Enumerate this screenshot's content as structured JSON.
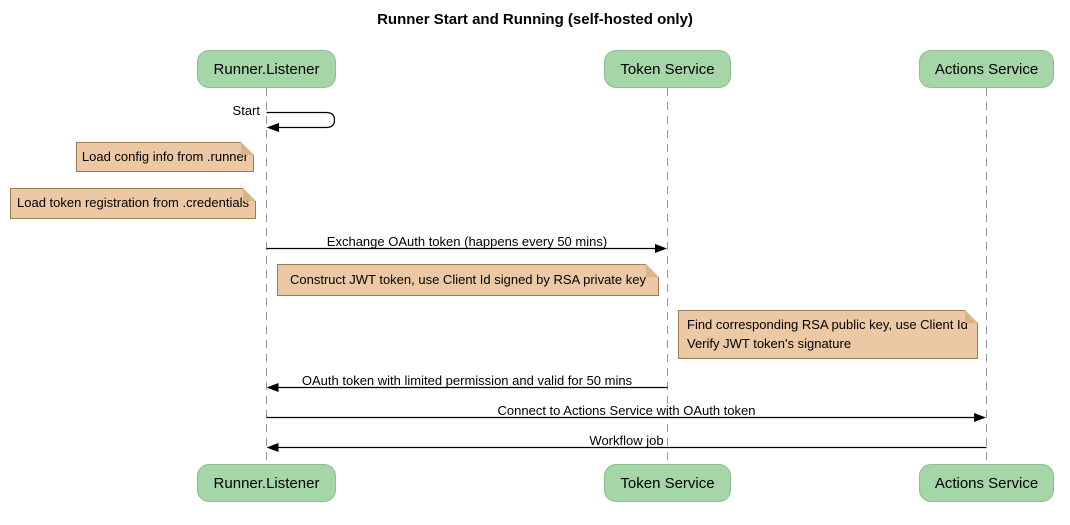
{
  "title": "Runner Start and Running (self-hosted only)",
  "participants": [
    {
      "name": "Runner.Listener"
    },
    {
      "name": "Token Service"
    },
    {
      "name": "Actions Service"
    }
  ],
  "messages": [
    {
      "label": "Start",
      "from": "Runner.Listener",
      "to": "Runner.Listener"
    },
    {
      "label": "Exchange OAuth token (happens every 50 mins)",
      "from": "Runner.Listener",
      "to": "Token Service"
    },
    {
      "label": "OAuth token with limited permission and valid for 50 mins",
      "from": "Token Service",
      "to": "Runner.Listener"
    },
    {
      "label": "Connect to Actions Service with OAuth token",
      "from": "Runner.Listener",
      "to": "Actions Service"
    },
    {
      "label": "Workflow job",
      "from": "Actions Service",
      "to": "Runner.Listener"
    }
  ],
  "notes": [
    {
      "text": "Load config info from .runner"
    },
    {
      "text": "Load token registration from .credentials"
    },
    {
      "text": "Construct JWT token, use Client Id signed by RSA private key"
    },
    {
      "text": "Find corresponding RSA public key, use Client Id\nVerify JWT token's signature"
    }
  ],
  "colors": {
    "participant_fill": "#A5D6A7",
    "note_fill": "#ECC8A4",
    "note_border": "#9C7C52",
    "lifeline": "#999999",
    "arrow": "#000000",
    "background": "#FFFFFF"
  }
}
